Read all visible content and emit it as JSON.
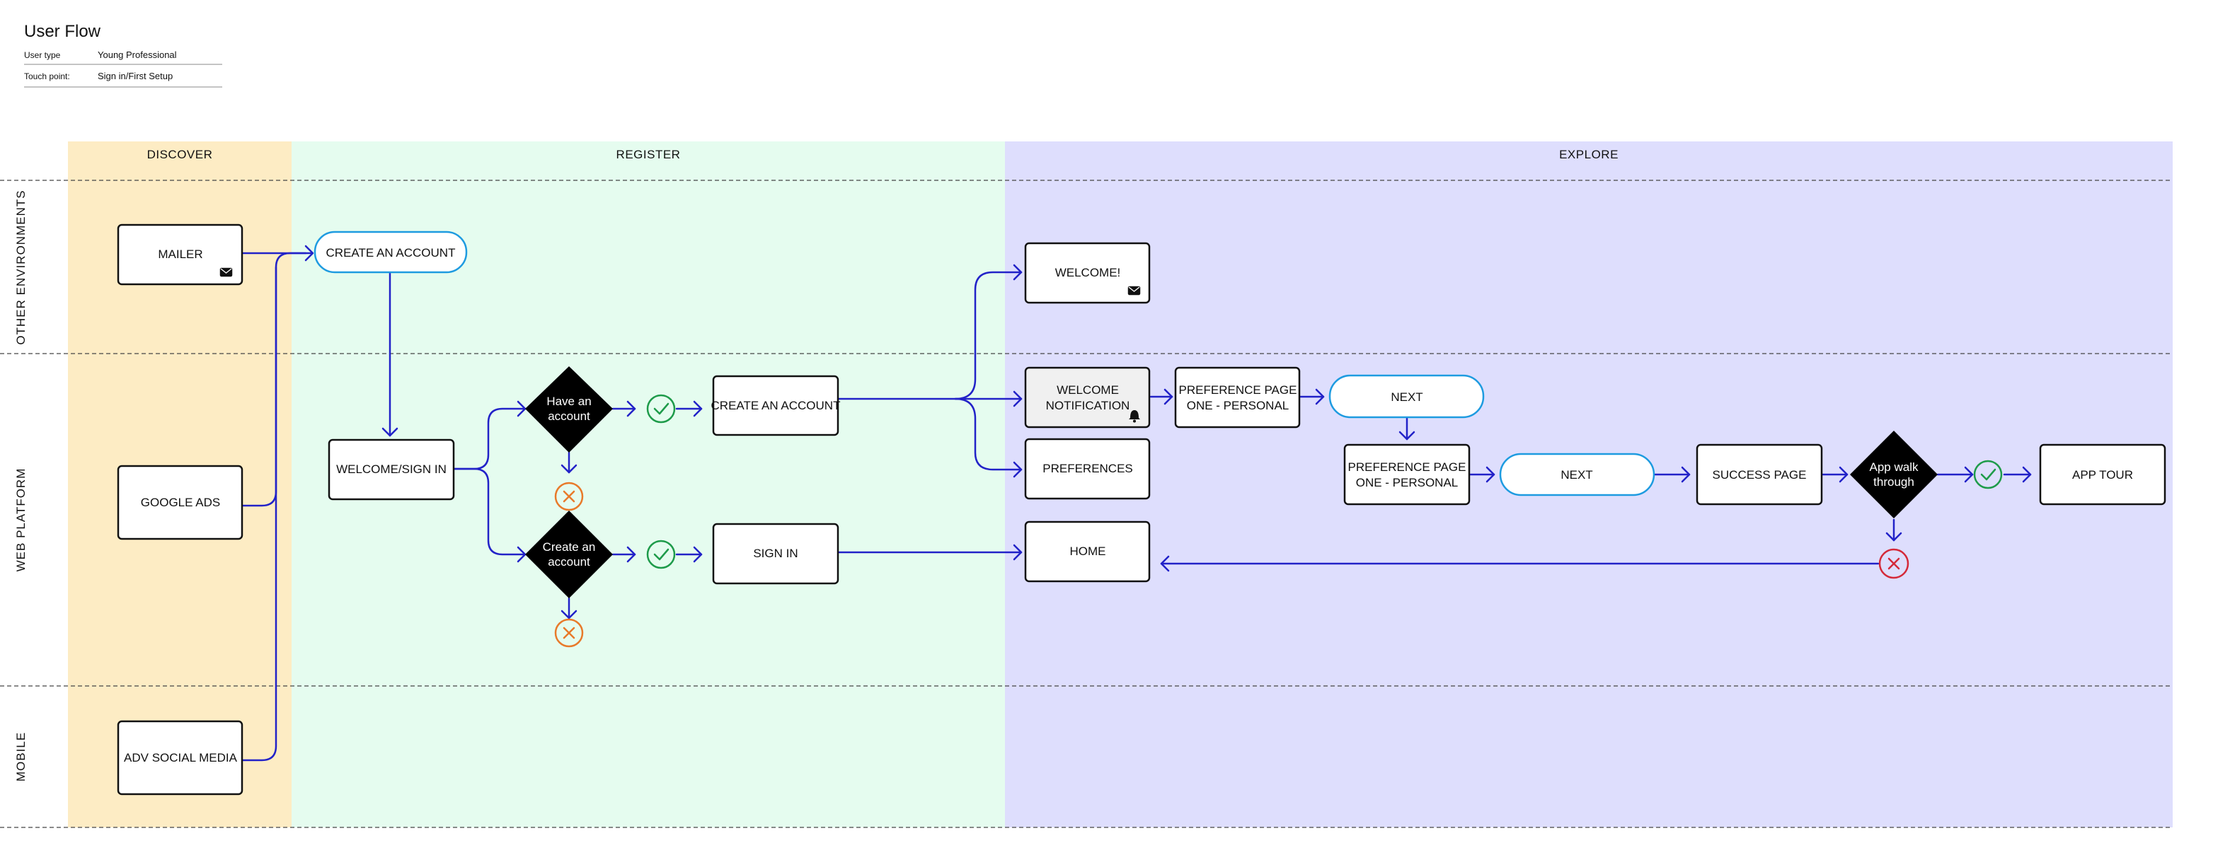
{
  "header": {
    "title": "User Flow",
    "meta": [
      {
        "label": "User type",
        "value": "Young Professional"
      },
      {
        "label": "Touch point:",
        "value": "Sign in/First Setup"
      }
    ]
  },
  "lanes": [
    "DISCOVER",
    "REGISTER",
    "EXPLORE"
  ],
  "rows": [
    "OTHER ENVIRONMENTS",
    "WEB PLATFORM",
    "MOBILE"
  ],
  "nodes": {
    "mailer": "MAILER",
    "google_ads": "GOOGLE ADS",
    "adv_social": "ADV SOCIAL MEDIA",
    "create_account_pill": "CREATE AN ACCOUNT",
    "welcome_sign_in": "WELCOME/SIGN IN",
    "have_account": [
      "Have an",
      "account"
    ],
    "create_account_decision": [
      "Create an",
      "account"
    ],
    "create_account_box": "CREATE AN ACCOUNT",
    "sign_in": "SIGN IN",
    "welcome": "WELCOME!",
    "welcome_notification": [
      "WELCOME",
      "NOTIFICATION"
    ],
    "preferences": "PREFERENCES",
    "home": "HOME",
    "pref_page_1": [
      "PREFERENCE PAGE",
      "ONE - PERSONAL"
    ],
    "next_1": "NEXT",
    "pref_page_2": [
      "PREFERENCE PAGE",
      "ONE - PERSONAL"
    ],
    "next_2": "NEXT",
    "success_page": "SUCCESS PAGE",
    "app_walk": [
      "App walk",
      "through"
    ],
    "app_tour": "APP TOUR"
  },
  "icons": {
    "mailer": "envelope-icon",
    "welcome": "envelope-icon",
    "welcome_notification": "bell-icon",
    "yes": "check-circle-icon",
    "no": "x-circle-icon"
  },
  "colors": {
    "discover": "#fdecc4",
    "register": "#e5fcef",
    "explore": "#dedefd",
    "flow": "#2222c8",
    "pill_border": "#1e9be0",
    "check": "#1e9b4a",
    "cross_orange": "#e87a2a",
    "cross_red": "#d42a3a"
  }
}
